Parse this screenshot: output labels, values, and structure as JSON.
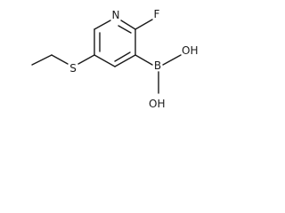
{
  "atoms": {
    "nitrogen": "N",
    "fluorine": "F",
    "sulfur": "S",
    "boron": "B",
    "hydroxyl_top": "OH",
    "hydroxyl_bottom": "OH"
  }
}
